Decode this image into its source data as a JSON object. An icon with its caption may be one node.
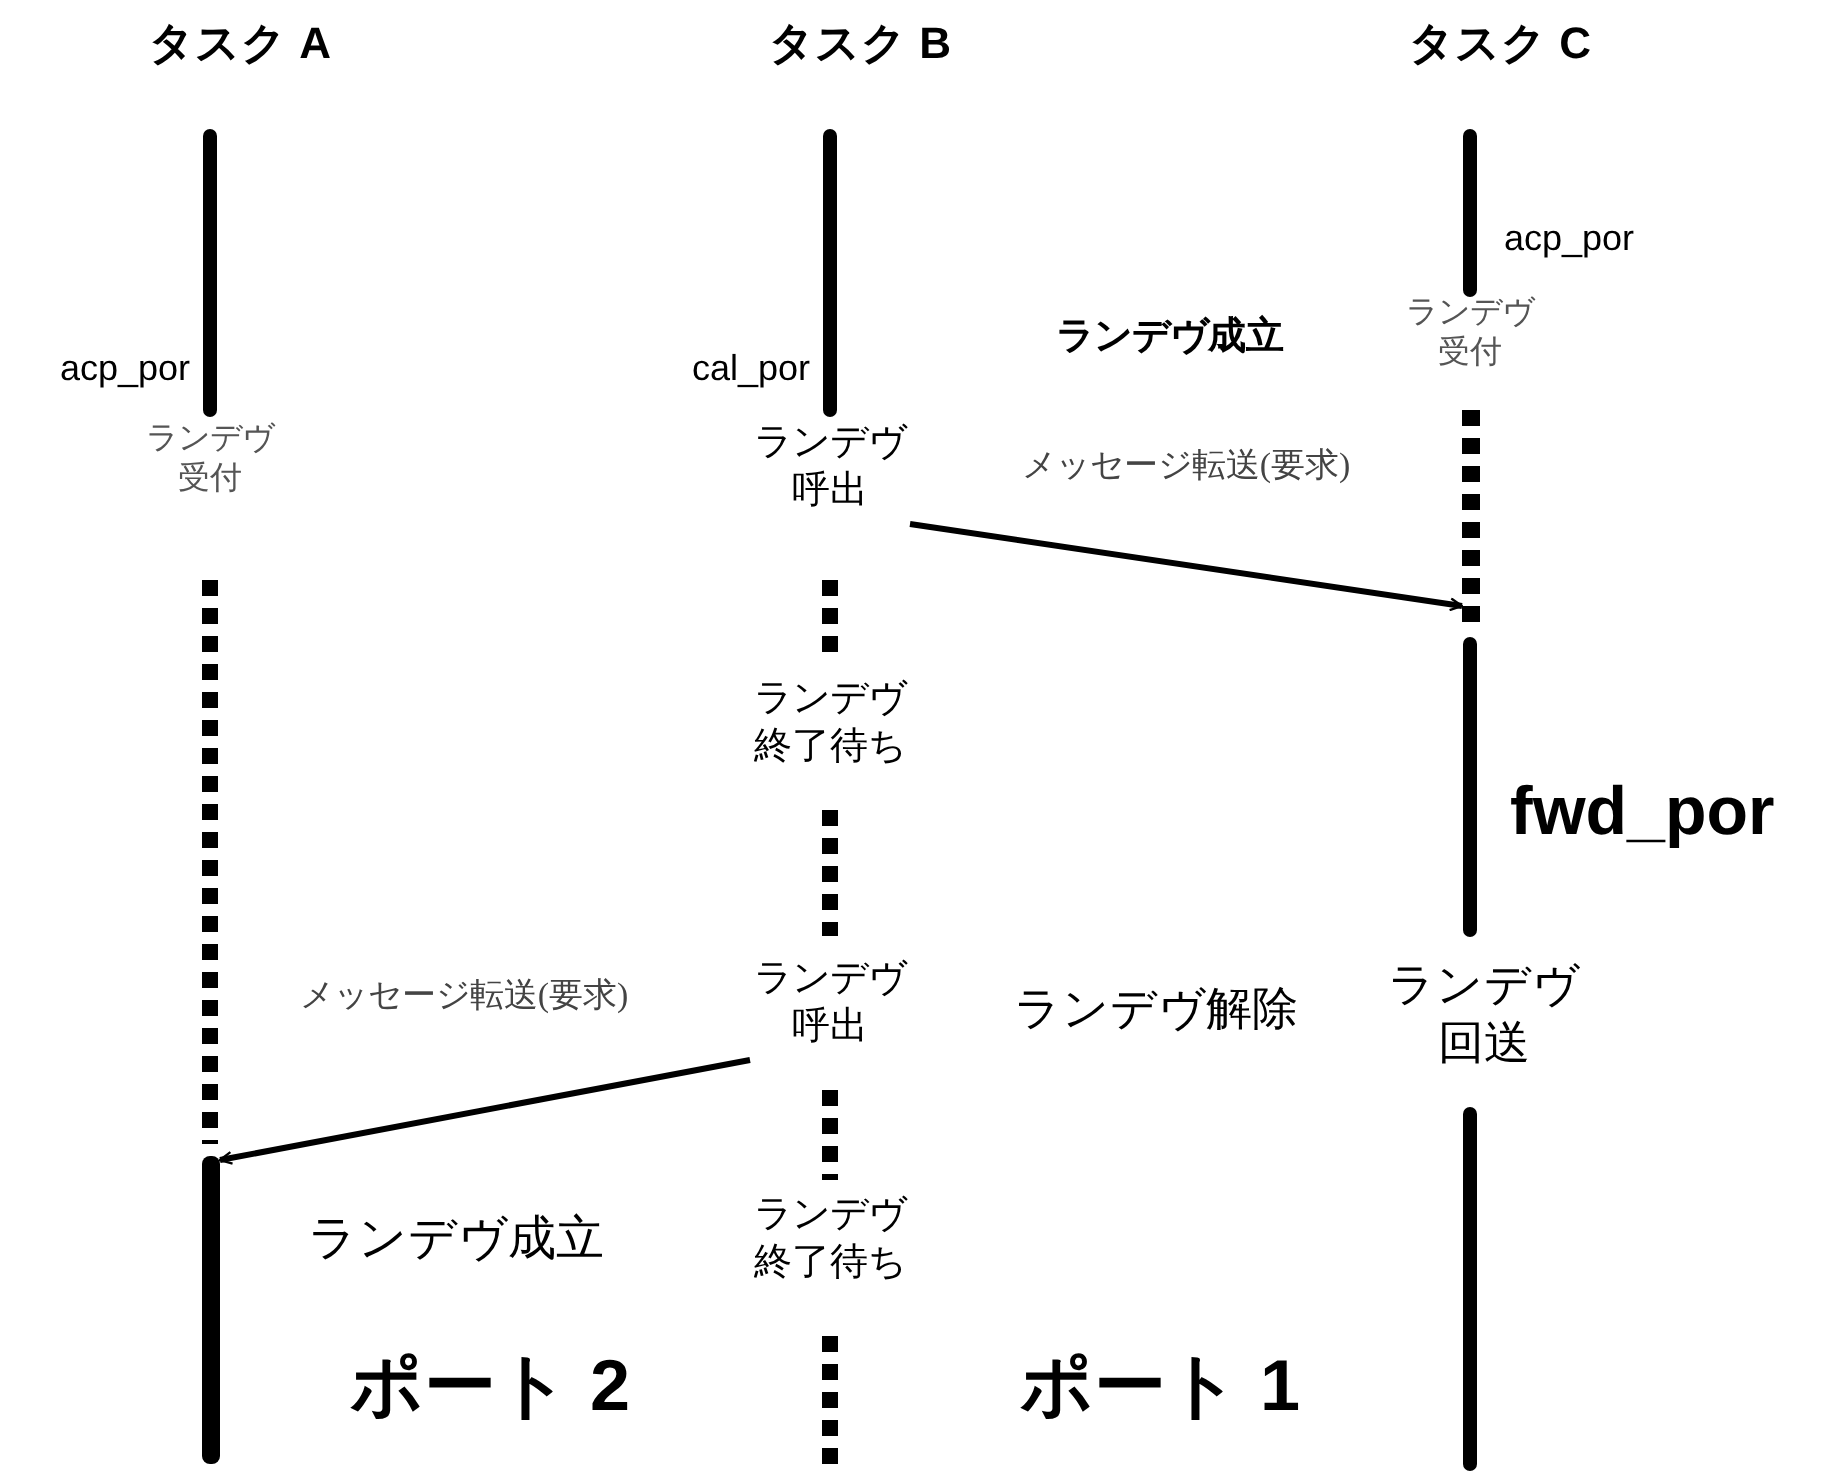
{
  "diagram": {
    "nodes": [
      {
        "text": [
          "ランデヴ呼出"
        ]
      },
      {
        "text": [],
        "shape": "bar"
      },
      {
        "text": [
          "ランデヴ呼出"
        ]
      },
      {
        "text": [],
        "shape": "bar"
      }
    ],
    "edges": [
      {
        "from": 0,
        "to": 1,
        "arrow": "to",
        "label": "メッセージ転送(要求)"
      },
      {
        "from": 2,
        "to": 3,
        "arrow": "to",
        "label": "メッセージ転送(要求)"
      }
    ],
    "labels": [
      "タスク A",
      "タスク B",
      "タスク C",
      "acp_por",
      "ランデヴ受付",
      "ランデヴ成立",
      "acp_por",
      "cal_por",
      "ランデヴ受付",
      "ランデヴ終了待ち",
      "fwd_por",
      "ランデヴ回送",
      "ランデヴ解除",
      "ランデヴ成立",
      "ランデヴ終了待ち",
      "ポート 2",
      "ポート 1"
    ]
  }
}
